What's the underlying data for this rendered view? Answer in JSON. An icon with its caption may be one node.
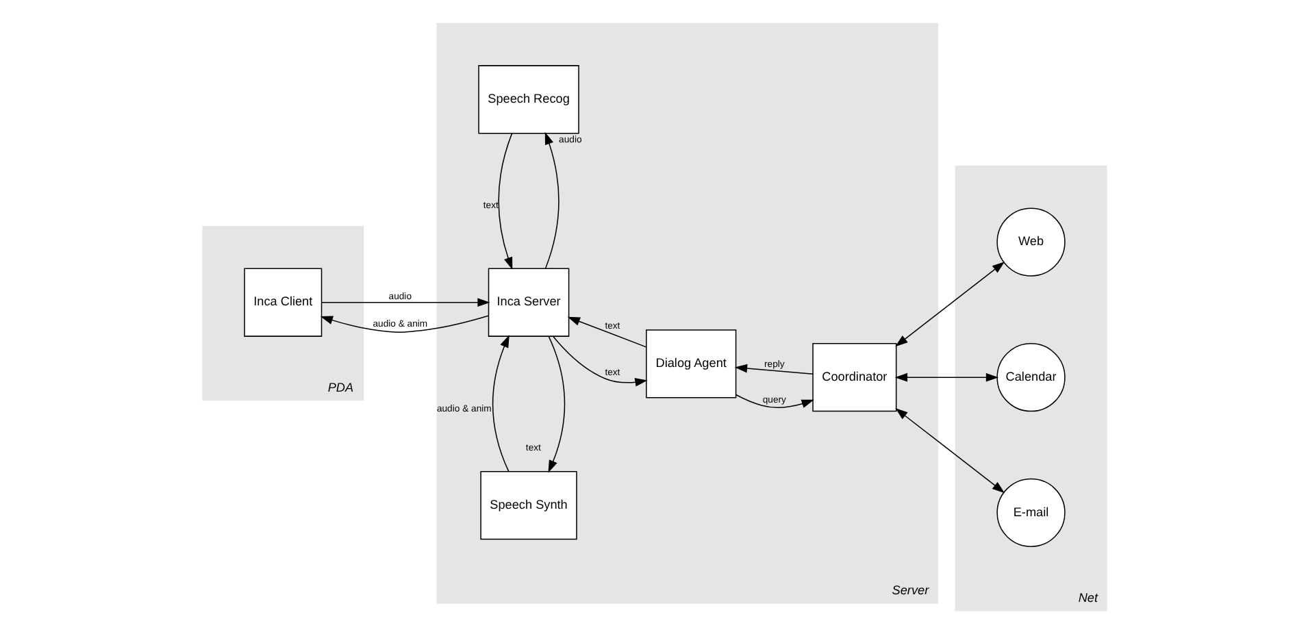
{
  "diagram": {
    "nodes": [
      {
        "text": [
          "PDA"
        ]
      },
      {
        "text": [
          "Inca Client"
        ],
        "in": 0
      },
      {
        "text": [
          "Server"
        ]
      },
      {
        "text": [
          "Speech Recog"
        ],
        "in": 2
      },
      {
        "text": [
          "Inca Server"
        ],
        "in": 2
      },
      {
        "text": [
          "Dialog Agent"
        ],
        "in": 2
      },
      {
        "text": [
          "Coordinator"
        ],
        "in": 2
      },
      {
        "text": [
          "Speech Synth"
        ],
        "in": 2
      },
      {
        "text": [
          "Net"
        ]
      },
      {
        "text": [
          "Web"
        ],
        "in": 8
      },
      {
        "text": [
          "Calendar"
        ],
        "in": 8
      },
      {
        "text": [
          "E-mail"
        ],
        "in": 8
      }
    ],
    "edges": [
      {
        "from": 1,
        "to": 4,
        "arrow": "to",
        "label": "audio"
      },
      {
        "from": 4,
        "to": 1,
        "arrow": "to",
        "label": "audio & anim"
      },
      {
        "from": 4,
        "to": 3,
        "arrow": "to",
        "label": "audio"
      },
      {
        "from": 3,
        "to": 4,
        "arrow": "to",
        "label": "text"
      },
      {
        "from": 4,
        "to": 5,
        "arrow": "to",
        "label": "text"
      },
      {
        "from": 5,
        "to": 4,
        "arrow": "to",
        "label": "text"
      },
      {
        "from": 5,
        "to": 6,
        "arrow": "to",
        "label": "query"
      },
      {
        "from": 6,
        "to": 5,
        "arrow": "to",
        "label": "reply"
      },
      {
        "from": 4,
        "to": 7,
        "arrow": "to",
        "label": "text"
      },
      {
        "from": 7,
        "to": 4,
        "arrow": "to",
        "label": "audio & anim"
      },
      {
        "from": 6,
        "to": 9,
        "arrow": "both"
      },
      {
        "from": 6,
        "to": 10,
        "arrow": "both"
      },
      {
        "from": 6,
        "to": 11,
        "arrow": "both"
      }
    ]
  }
}
